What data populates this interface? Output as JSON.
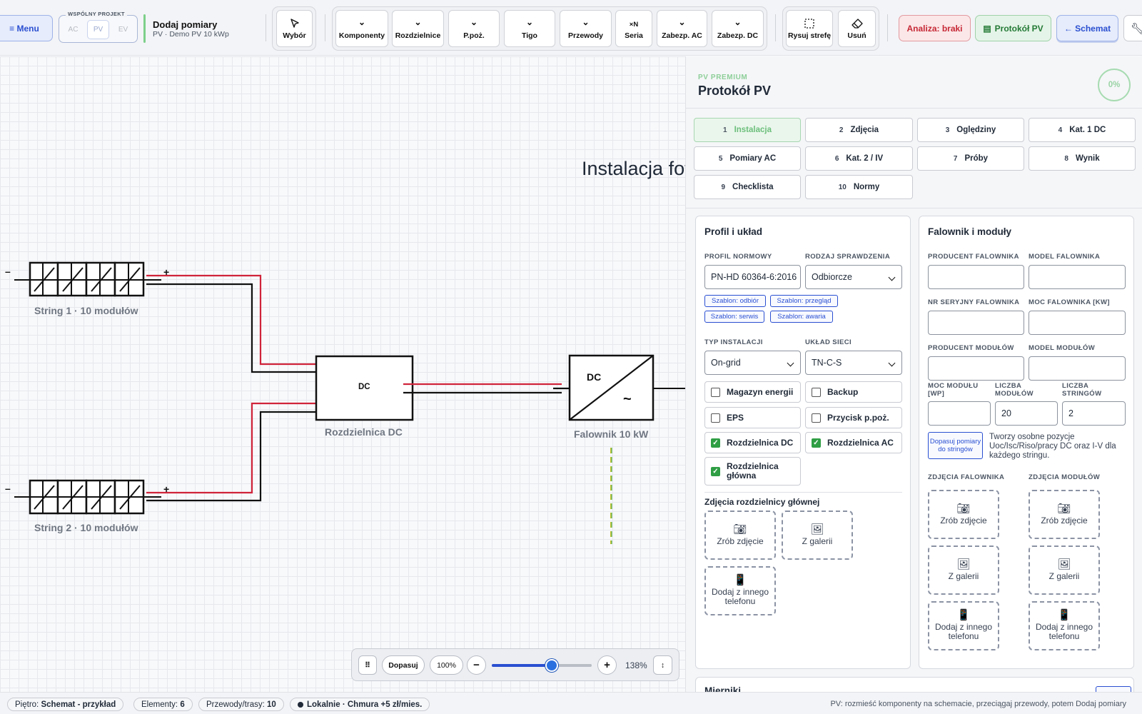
{
  "topbar": {
    "menu_label": "≡ Menu",
    "shared_project_label": "WSPÓLNY PROJEKT",
    "mode_tabs": [
      "AC",
      "PV",
      "EV"
    ],
    "active_mode": "PV",
    "action_title": "Dodaj pomiary",
    "action_subtitle": "PV · Demo PV 10 kWp",
    "tools": {
      "select": "Wybór",
      "components": "Komponenty",
      "distribution": "Rozdzielnice",
      "fire": "P.poż.",
      "tigo": "Tigo",
      "wires": "Przewody",
      "series_icon": "×N",
      "series": "Seria",
      "ac_protection": "Zabezp. AC",
      "dc_protection": "Zabezp. DC",
      "draw_zone": "Rysuj strefę",
      "delete": "Usuń"
    },
    "analysis_label": "Analiza: braki",
    "protocol_label": "Protokół PV",
    "schema_label": "← Schemat"
  },
  "canvas": {
    "heading": "Instalacja fotowoltaiczna",
    "string1_label": "String 1 · 10 modułów",
    "string2_label": "String 2 · 10 modułów",
    "dc_box_tag": "DC",
    "dc_box_label": "Rozdzielnica DC",
    "inverter_dc": "DC",
    "inverter_ac": "~",
    "inverter_label": "Falownik 10 kW",
    "minus": "–",
    "plus": "+"
  },
  "zoom": {
    "fit_label": "Dopasuj",
    "reset_label": "100%",
    "minus": "−",
    "plus": "+",
    "value_label": "138%",
    "slider_fraction": 0.6
  },
  "panel": {
    "eyebrow": "PV PREMIUM",
    "title": "Protokół PV",
    "progress": "0%",
    "tabs": [
      {
        "n": "1",
        "label": "Instalacja"
      },
      {
        "n": "2",
        "label": "Zdjęcia"
      },
      {
        "n": "3",
        "label": "Oględziny"
      },
      {
        "n": "4",
        "label": "Kat. 1 DC"
      },
      {
        "n": "5",
        "label": "Pomiary AC"
      },
      {
        "n": "6",
        "label": "Kat. 2 / IV"
      },
      {
        "n": "7",
        "label": "Próby"
      },
      {
        "n": "8",
        "label": "Wynik"
      },
      {
        "n": "9",
        "label": "Checklista"
      },
      {
        "n": "10",
        "label": "Normy"
      }
    ],
    "profile": {
      "title": "Profil i układ",
      "norm_label": "PROFIL NORMOWY",
      "norm_value": "PN-HD 60364-6:2016",
      "check_label": "RODZAJ SPRAWDZENIA",
      "check_value": "Odbiorcze",
      "templates": [
        "Szablon: odbiór",
        "Szablon: przegląd",
        "Szablon: serwis",
        "Szablon: awaria"
      ],
      "install_type_label": "TYP INSTALACJI",
      "install_type_value": "On-grid",
      "grid_label": "UKŁAD SIECI",
      "grid_value": "TN-C-S",
      "checks": [
        {
          "label": "Magazyn energii",
          "checked": false
        },
        {
          "label": "Backup",
          "checked": false
        },
        {
          "label": "EPS",
          "checked": false
        },
        {
          "label": "Przycisk p.poż.",
          "checked": false
        },
        {
          "label": "Rozdzielnica DC",
          "checked": true
        },
        {
          "label": "Rozdzielnica AC",
          "checked": true
        },
        {
          "label": "Rozdzielnica główna",
          "checked": true
        }
      ],
      "photos_title": "Zdjęcia rozdzielnicy głównej",
      "take_photo": "Zrób zdjęcie",
      "gallery": "Z galerii",
      "other_phone": "Dodaj z innego telefonu"
    },
    "inverter": {
      "title": "Falownik i moduły",
      "inv_maker_label": "PRODUCENT FALOWNIKA",
      "inv_model_label": "MODEL FALOWNIKA",
      "inv_serial_label": "NR SERYJNY FALOWNIKA",
      "inv_power_label": "MOC FALOWNIKA [KW]",
      "mod_maker_label": "PRODUCENT MODUŁÓW",
      "mod_model_label": "MODEL MODUŁÓW",
      "mod_power_label": "MOC MODUŁU [WP]",
      "mod_count_label": "LICZBA MODUŁÓW",
      "mod_count_value": "20",
      "strings_label": "LICZBA STRINGÓW",
      "strings_value": "2",
      "fit_button": "Dopasuj pomiary do stringów",
      "fit_hint": "Tworzy osobne pozycje Uoc/Isc/Riso/pracy DC oraz I-V dla każdego stringu.",
      "inv_photos": "ZDJĘCIA FALOWNIKA",
      "mod_photos": "ZDJĘCIA MODUŁÓW",
      "take_photo": "Zrób zdjęcie",
      "gallery": "Z galerii",
      "other_phone": "Dodaj z innego telefonu"
    },
    "next_section": "Mierniki"
  },
  "status": {
    "floor_prefix": "Piętro:",
    "floor_value": "Schemat - przykład",
    "elements_prefix": "Elementy:",
    "elements_value": "6",
    "wires_prefix": "Przewody/trasy:",
    "wires_value": "10",
    "storage": "Lokalnie · Chmura +5 zł/mies.",
    "hint": "PV: rozmieść komponenty na schemacie, przeciągaj przewody, potem Dodaj pomiary"
  },
  "colors": {
    "accent_blue": "#2a4fd1",
    "accent_green": "#2f9e44",
    "alert_red": "#d9333f",
    "wire_red": "#d0243a"
  }
}
